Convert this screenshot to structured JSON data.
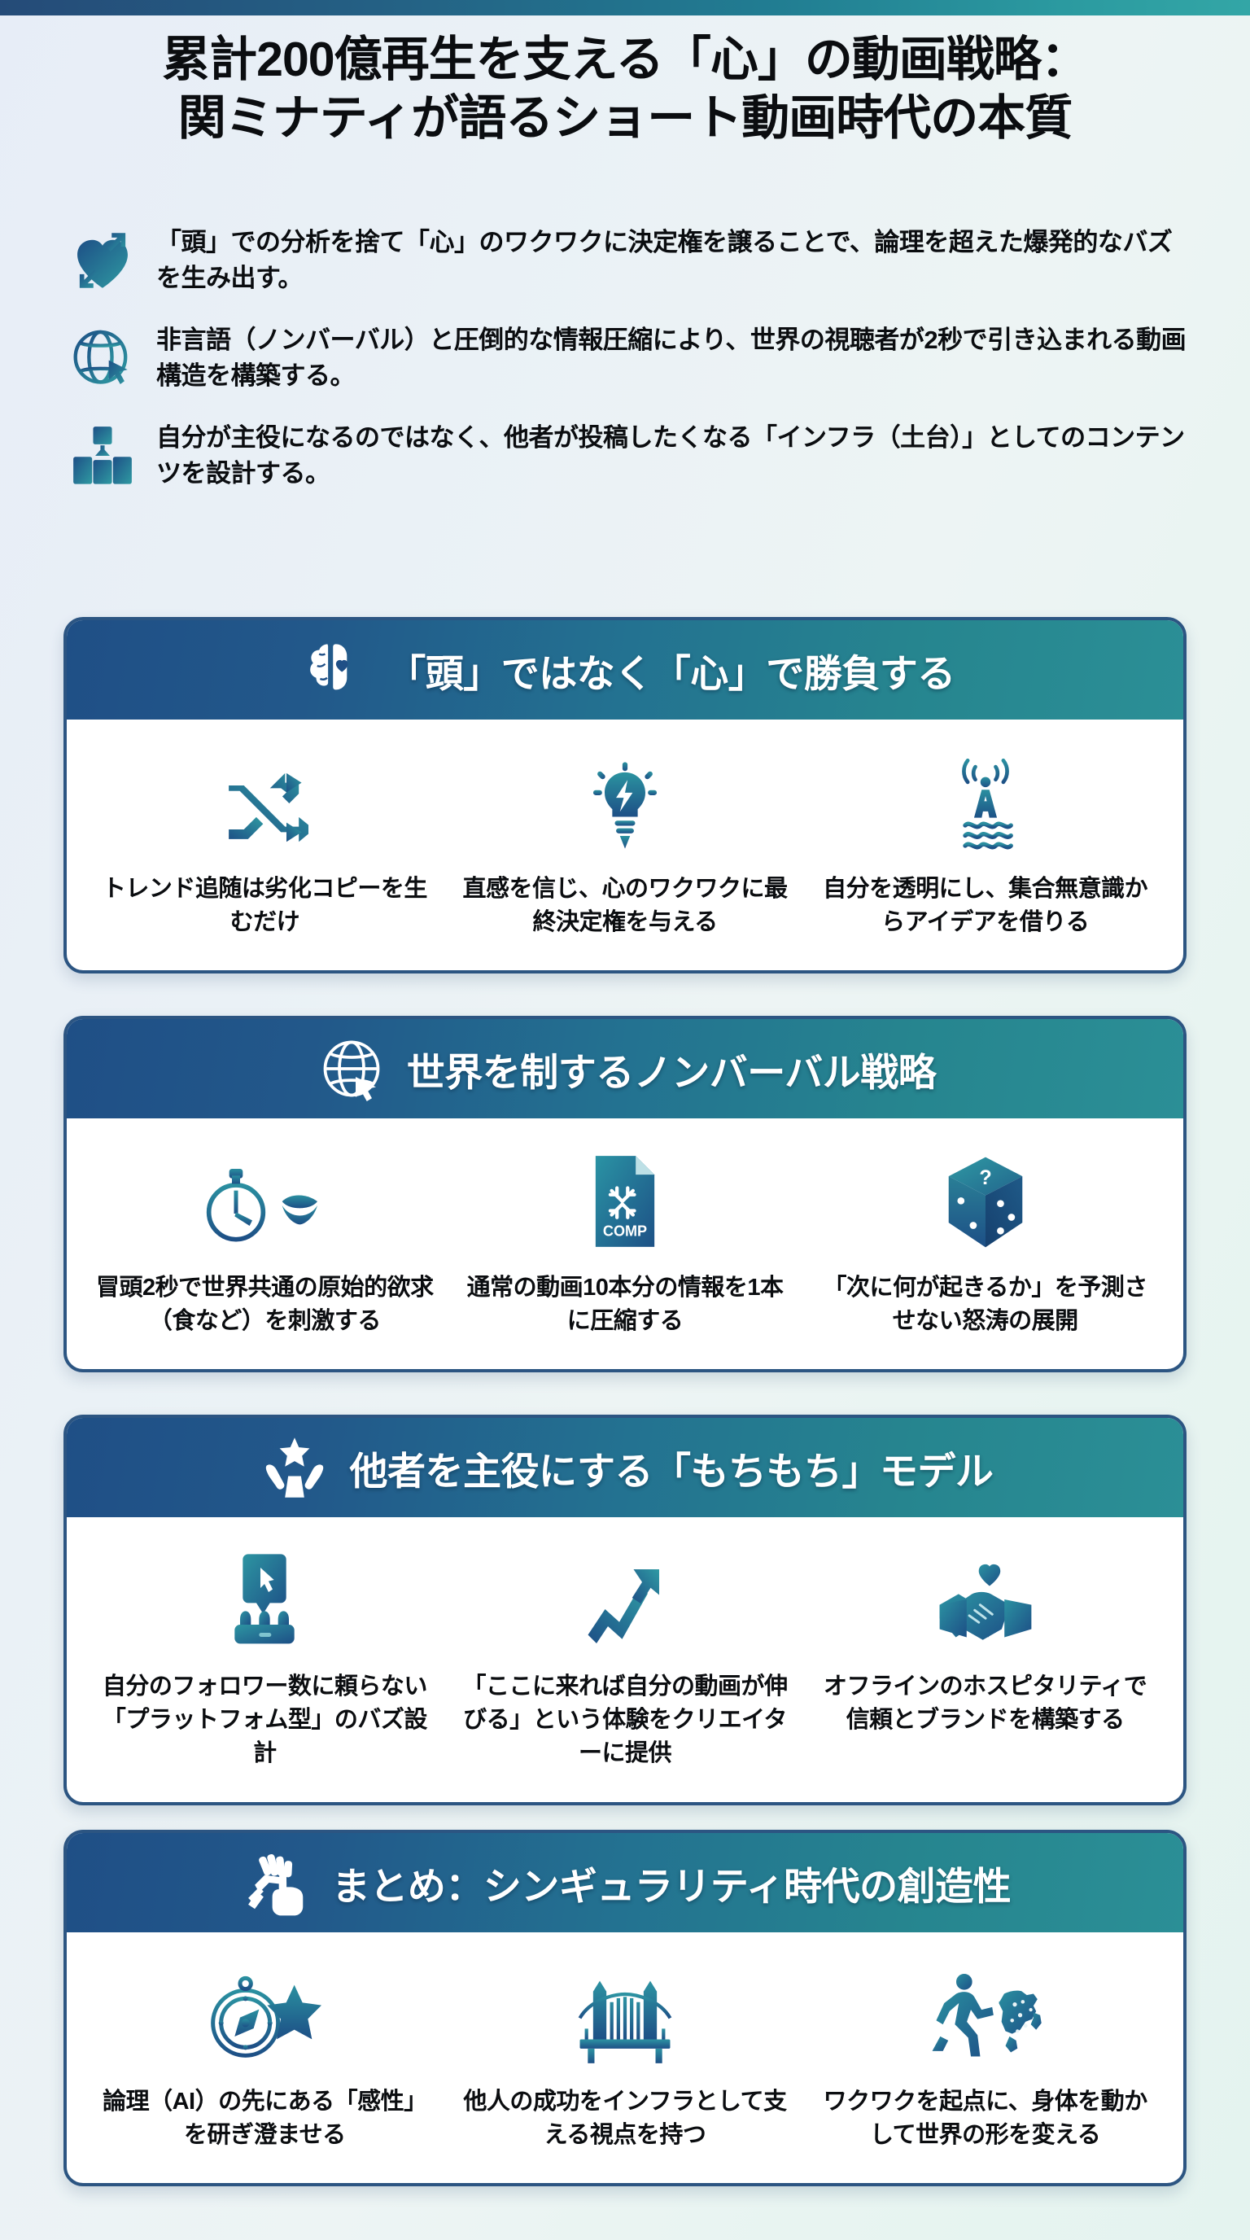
{
  "title": {
    "line1": "累計200億再生を支える「心」の動画戦略：",
    "line2": "関ミナティが語るショート動画時代の本質"
  },
  "bullets": [
    {
      "icon": "heart-growth-icon",
      "text": "「頭」での分析を捨て「心」のワクワクに決定権を譲ることで、論理を超えた爆発的なバズを生み出す。"
    },
    {
      "icon": "globe-cursor-icon",
      "text": "非言語（ノンバーバル）と圧倒的な情報圧縮により、世界の視聴者が2秒で引き込まれる動画構造を構築する。"
    },
    {
      "icon": "infrastructure-icon",
      "text": "自分が主役になるのではなく、他者が投稿したくなる「インフラ（土台）」としてのコンテンツを設計する。"
    }
  ],
  "sections": [
    {
      "icon": "brain-heart-icon",
      "heading": "「頭」ではなく「心」で勝負する",
      "items": [
        {
          "icon": "shuffle-icon",
          "text": "トレンド追随は劣化コピーを生むだけ"
        },
        {
          "icon": "lightbulb-bolt-icon",
          "text": "直感を信じ、心のワクワクに最終決定権を与える"
        },
        {
          "icon": "antenna-waves-icon",
          "text": "自分を透明にし、集合無意識からアイデアを借りる"
        }
      ]
    },
    {
      "icon": "globe-grid-icon",
      "heading": "世界を制するノンバーバル戦略",
      "items": [
        {
          "icon": "stopwatch-lips-icon",
          "text": "冒頭2秒で世界共通の原始的欲求（食など）を刺激する"
        },
        {
          "icon": "compress-file-icon",
          "text": "通常の動画10本分の情報を1本に圧縮する"
        },
        {
          "icon": "question-dice-icon",
          "text": "「次に何が起きるか」を予測させない怒涛の展開"
        }
      ]
    },
    {
      "icon": "star-hands-icon",
      "heading": "他者を主役にする「もちもち」モデル",
      "items": [
        {
          "icon": "platform-users-icon",
          "text": "自分のフォロワー数に頼らない「プラットフォム型」のバズ設計"
        },
        {
          "icon": "growth-arrow-icon",
          "text": "「ここに来れば自分の動画が伸びる」という体験をクリエイターに提供"
        },
        {
          "icon": "handshake-heart-icon",
          "text": "オフラインのホスピタリティで信頼とブランドを構築する"
        }
      ]
    },
    {
      "icon": "robot-human-hands-icon",
      "heading": "まとめ：シンギュラリティ時代の創造性",
      "items": [
        {
          "icon": "compass-star-icon",
          "text": "論理（AI）の先にある「感性」を研ぎ澄ませる"
        },
        {
          "icon": "bridge-icon",
          "text": "他人の成功をインフラとして支える視点を持つ"
        },
        {
          "icon": "runner-world-icon",
          "text": "ワクワクを起点に、身体を動かして世界の形を変える"
        }
      ]
    }
  ],
  "colors": {
    "accent_dark": "#1f4f86",
    "accent_teal": "#2b8f96",
    "card_border": "#2c5582",
    "text": "#0b0d10",
    "heading_text": "#ffffff"
  },
  "icon_text": {
    "comp_label": "COMP",
    "antenna_letter": "A",
    "dice_mark": "?"
  }
}
